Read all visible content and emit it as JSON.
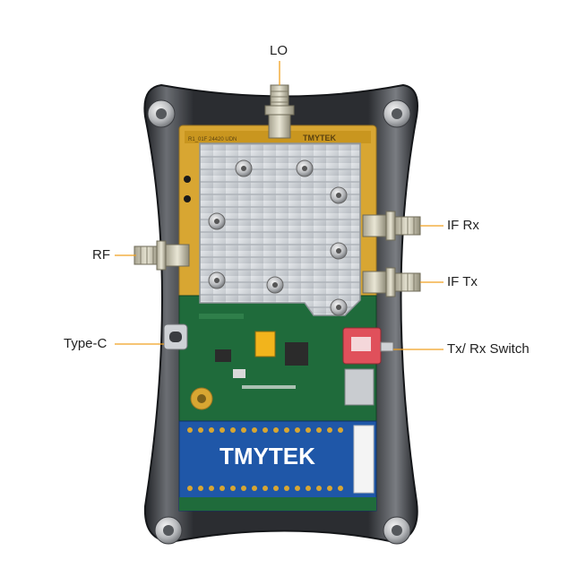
{
  "callouts": {
    "lo": "LO",
    "rf": "RF",
    "if_rx": "IF Rx",
    "if_tx": "IF Tx",
    "type_c": "Type-C",
    "tx_rx_switch": "Tx/ Rx Switch"
  },
  "board": {
    "brand_text": "TMYTEK",
    "silkscreen_top": "TMYTEK",
    "silkscreen_code": "R1_01F 24420 UDN"
  },
  "colors": {
    "callout_line": "#f0a020",
    "gold_pcb": "#d8a632",
    "green_pcb": "#1f6b3b",
    "blue_pcb": "#1f57a8",
    "heatsink": "#cfd3d8",
    "switch_red": "#e0505b",
    "frame_dark": "#2b2d31"
  }
}
